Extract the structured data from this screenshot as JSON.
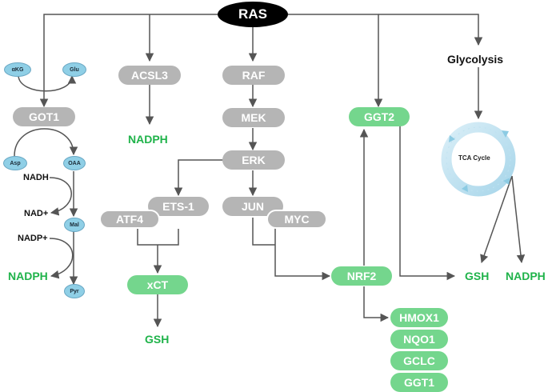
{
  "ras": "RAS",
  "left_pathway": {
    "akg": "αKG",
    "glu": "Glu",
    "got1": "GOT1",
    "asp": "Asp",
    "oaa": "OAA",
    "nadh": "NADH",
    "nad_plus": "NAD+",
    "mal": "Mal",
    "nadp_plus": "NADP+",
    "nadph": "NADPH",
    "pyr": "Pyr"
  },
  "acsl3_branch": {
    "acsl3": "ACSL3",
    "nadph": "NADPH"
  },
  "mapk_branch": {
    "raf": "RAF",
    "mek": "MEK",
    "erk": "ERK",
    "ets1": "ETS-1",
    "atf4": "ATF4",
    "xct": "xCT",
    "gsh": "GSH",
    "jun": "JUN",
    "myc": "MYC"
  },
  "nrf2_branch": {
    "ggt2": "GGT2",
    "nrf2": "NRF2",
    "targets": [
      "HMOX1",
      "NQO1",
      "GCLC",
      "GGT1"
    ],
    "gsh": "GSH"
  },
  "glycolysis_branch": {
    "glycolysis": "Glycolysis",
    "tca": "TCA Cycle",
    "nadph": "NADPH"
  },
  "colors": {
    "grey_node": "#b5b5b5",
    "green_node": "#74d68d",
    "green_text": "#1fb34a",
    "metabolite": "#8fcfe6",
    "arrow": "#555555",
    "ras": "#000000"
  }
}
